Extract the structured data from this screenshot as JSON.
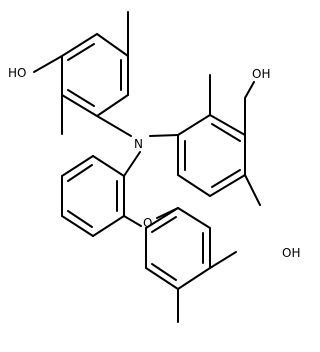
{
  "molecule": {
    "atom_labels": [
      {
        "id": "oh-top-left",
        "text": "HO"
      },
      {
        "id": "oh-top-right",
        "text": "OH"
      },
      {
        "id": "n-center",
        "text": "N"
      },
      {
        "id": "o-ether",
        "text": "O"
      },
      {
        "id": "oh-bottom-right",
        "text": "OH"
      }
    ]
  },
  "colors": {
    "bond": "#000000",
    "label": "#000000",
    "background": "#ffffff"
  }
}
